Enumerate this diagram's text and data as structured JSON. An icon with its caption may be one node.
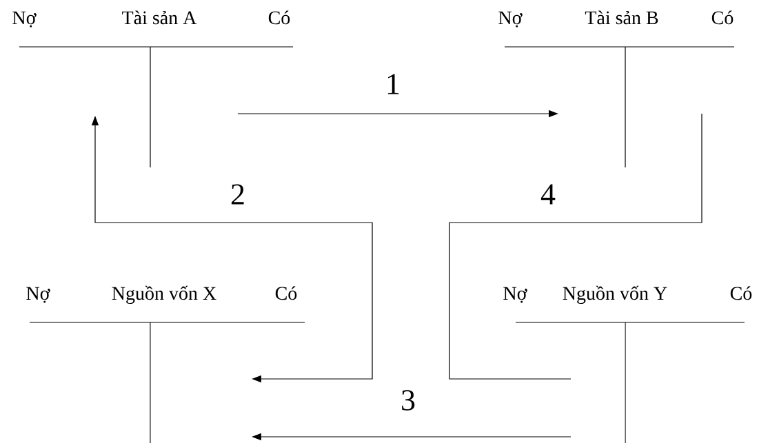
{
  "diagram": {
    "nodes": [
      {
        "text": [
          "Nợ",
          "Tài sản  A",
          "Có"
        ]
      },
      {
        "text": [
          "Nợ",
          "Tài sản B",
          "Có"
        ]
      },
      {
        "text": [
          "Nợ",
          "Nguồn vốn  X",
          "Có"
        ]
      },
      {
        "text": [
          "Nợ",
          "Nguồn vốn Y",
          "Có"
        ]
      }
    ],
    "edges": [
      {
        "from": 0,
        "to": 1,
        "arrow": "to",
        "label": "1"
      },
      {
        "from": 2,
        "to": 0,
        "arrow": "both",
        "label": "2"
      },
      {
        "from": 3,
        "to": 2,
        "arrow": "to",
        "label": "3"
      },
      {
        "from": 1,
        "to": 3,
        "arrow": "none",
        "label": "4"
      }
    ]
  }
}
